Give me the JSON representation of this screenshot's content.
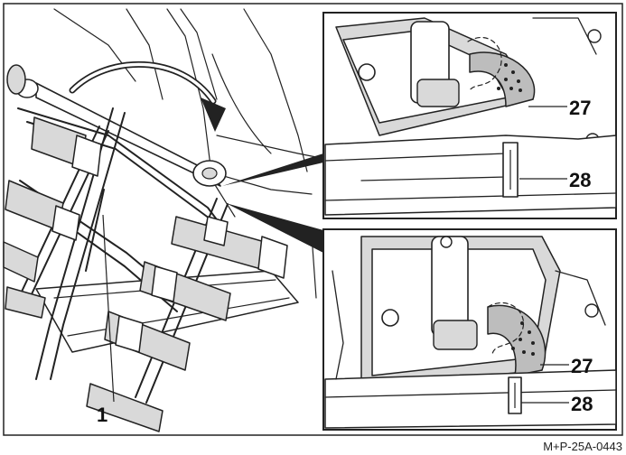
{
  "diagram": {
    "callouts": {
      "rack": "1",
      "detail_top_lever": "27",
      "detail_top_pin": "28",
      "detail_bottom_lever": "27",
      "detail_bottom_pin": "28"
    },
    "figure_code": "M+P-25A-0443",
    "colors": {
      "line": "#222222",
      "fill_light": "#d9d9d9",
      "fill_mid": "#bdbdbd",
      "background": "#ffffff"
    },
    "icons": [
      "curved-arrow-icon"
    ]
  }
}
